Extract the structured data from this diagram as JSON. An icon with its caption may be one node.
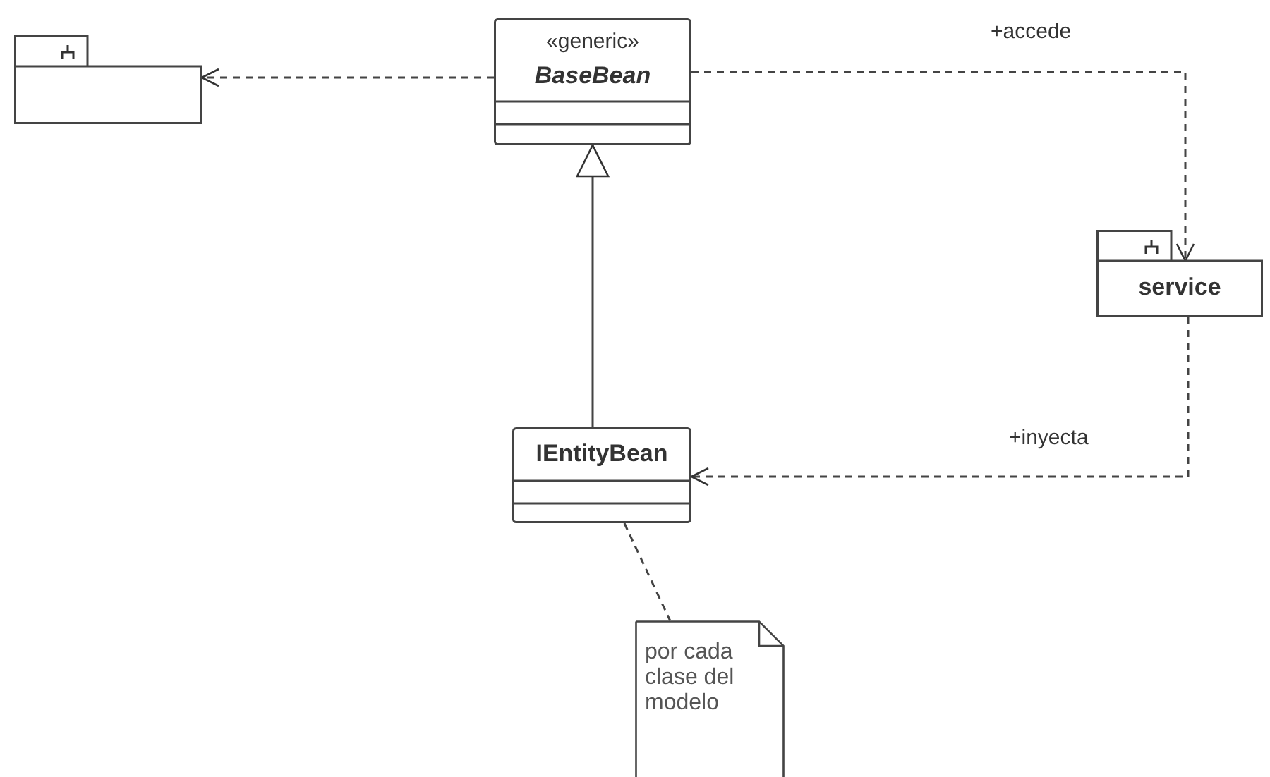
{
  "diagram": {
    "nodes": [
      {
        "text": [],
        "shape": "folder"
      },
      {
        "text": [
          "«generic»",
          "BaseBean"
        ]
      },
      {
        "text": [
          "service"
        ]
      },
      {
        "text": [
          "IEntityBean"
        ]
      },
      {
        "text": [
          "por cada clase del modelo"
        ]
      }
    ],
    "edges": [
      {
        "from": 1,
        "to": 0,
        "arrow": "to",
        "style": "dashed"
      },
      {
        "from": 1,
        "to": 2,
        "arrow": "to",
        "style": "dashed",
        "label": "+accede"
      },
      {
        "from": 3,
        "to": 1,
        "arrow": "to"
      },
      {
        "from": 2,
        "to": 3,
        "arrow": "to",
        "style": "dashed",
        "label": "+inyecta"
      },
      {
        "from": 3,
        "to": 4,
        "arrow": "none",
        "style": "dashed"
      }
    ]
  }
}
